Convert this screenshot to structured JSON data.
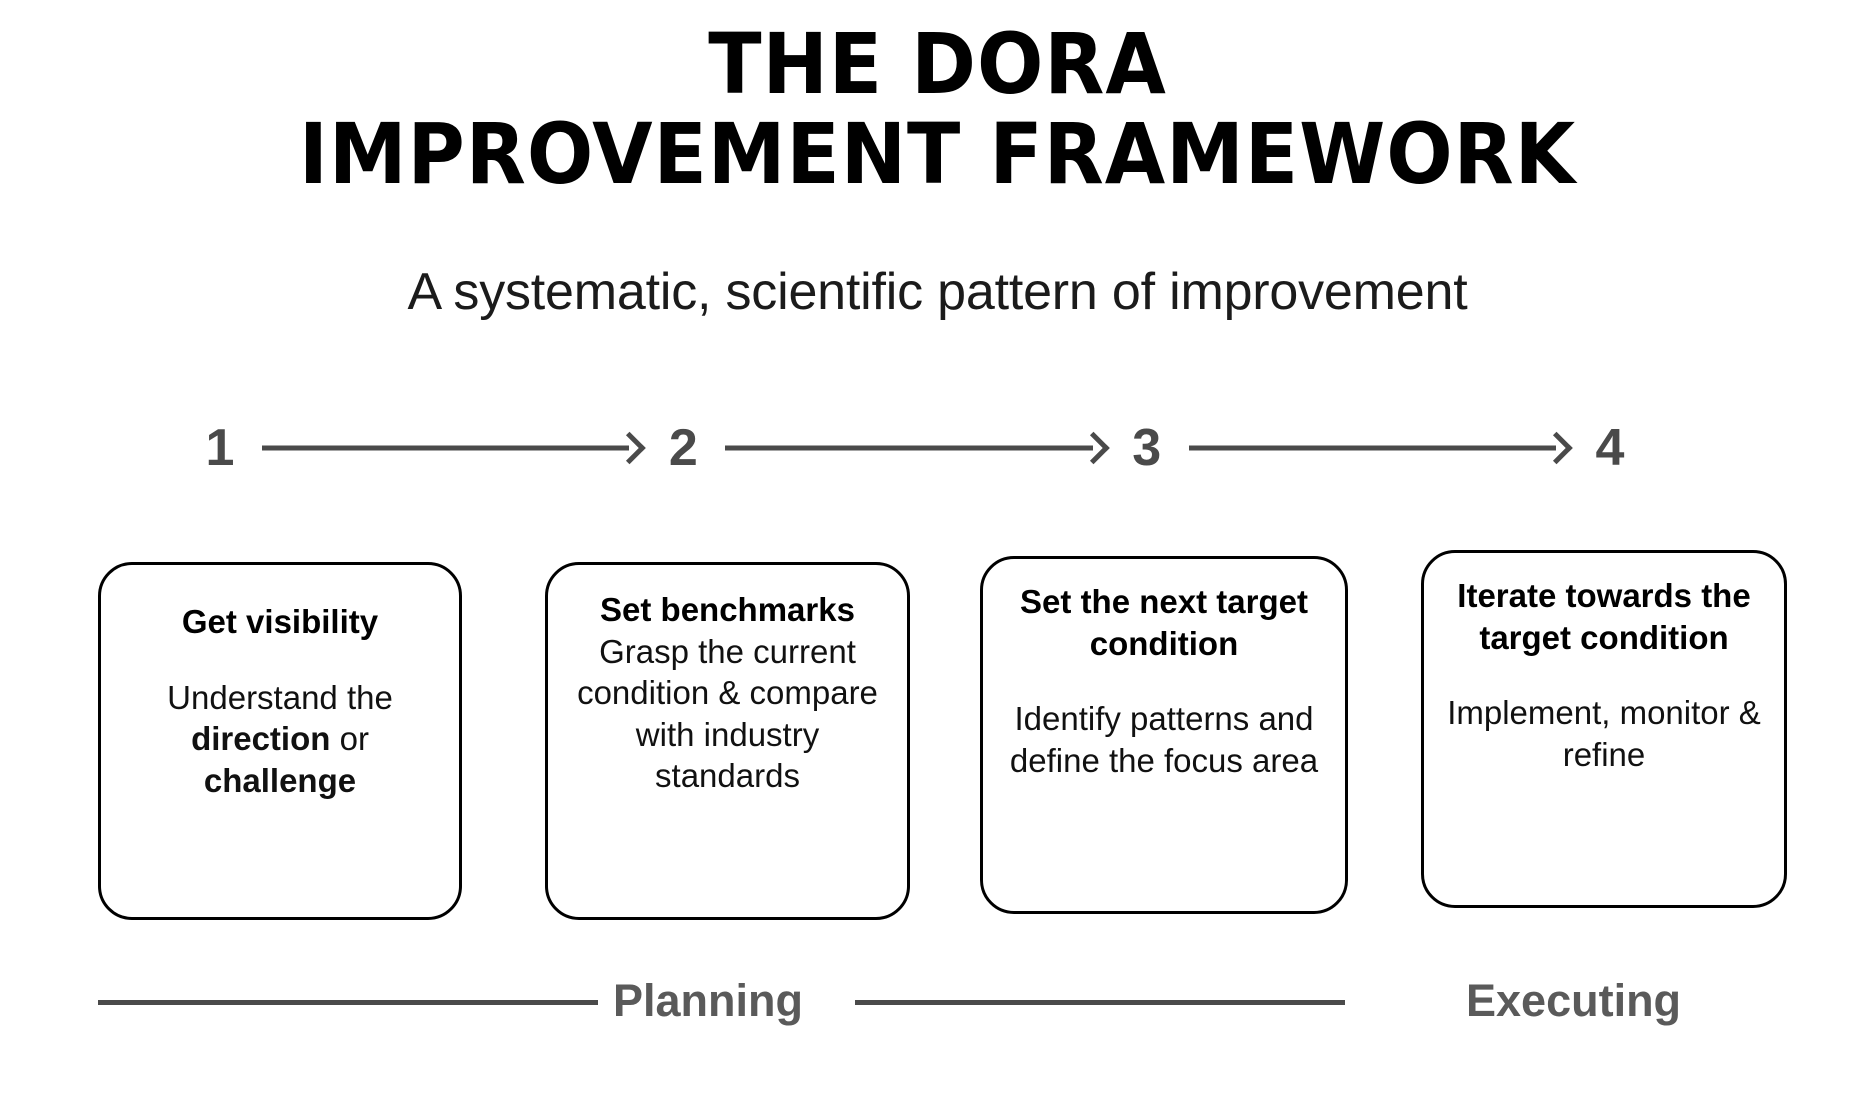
{
  "header": {
    "title_line1": "THE DORA",
    "title_line2": "IMPROVEMENT FRAMEWORK",
    "subtitle": "A systematic, scientific pattern of improvement"
  },
  "steps": [
    {
      "number": "1"
    },
    {
      "number": "2"
    },
    {
      "number": "3"
    },
    {
      "number": "4"
    }
  ],
  "cards": [
    {
      "title": "Get visibility",
      "body_prefix": "Understand the ",
      "body_bold1": "direction",
      "body_mid": " or ",
      "body_bold2": "challenge",
      "body_suffix": ""
    },
    {
      "title": "Set benchmarks",
      "body": "Grasp the current condition & compare with industry standards"
    },
    {
      "title": "Set the next target condition",
      "body": "Identify patterns and define the focus area"
    },
    {
      "title": "Iterate towards the target condition",
      "body": "Implement, monitor & refine"
    }
  ],
  "phases": {
    "planning": "Planning",
    "executing": "Executing"
  },
  "colors": {
    "background": "#ffffff",
    "text": "#111111",
    "card_border": "#000000",
    "arrow": "#4a4a4a",
    "phase_label": "#5a5a5a"
  }
}
